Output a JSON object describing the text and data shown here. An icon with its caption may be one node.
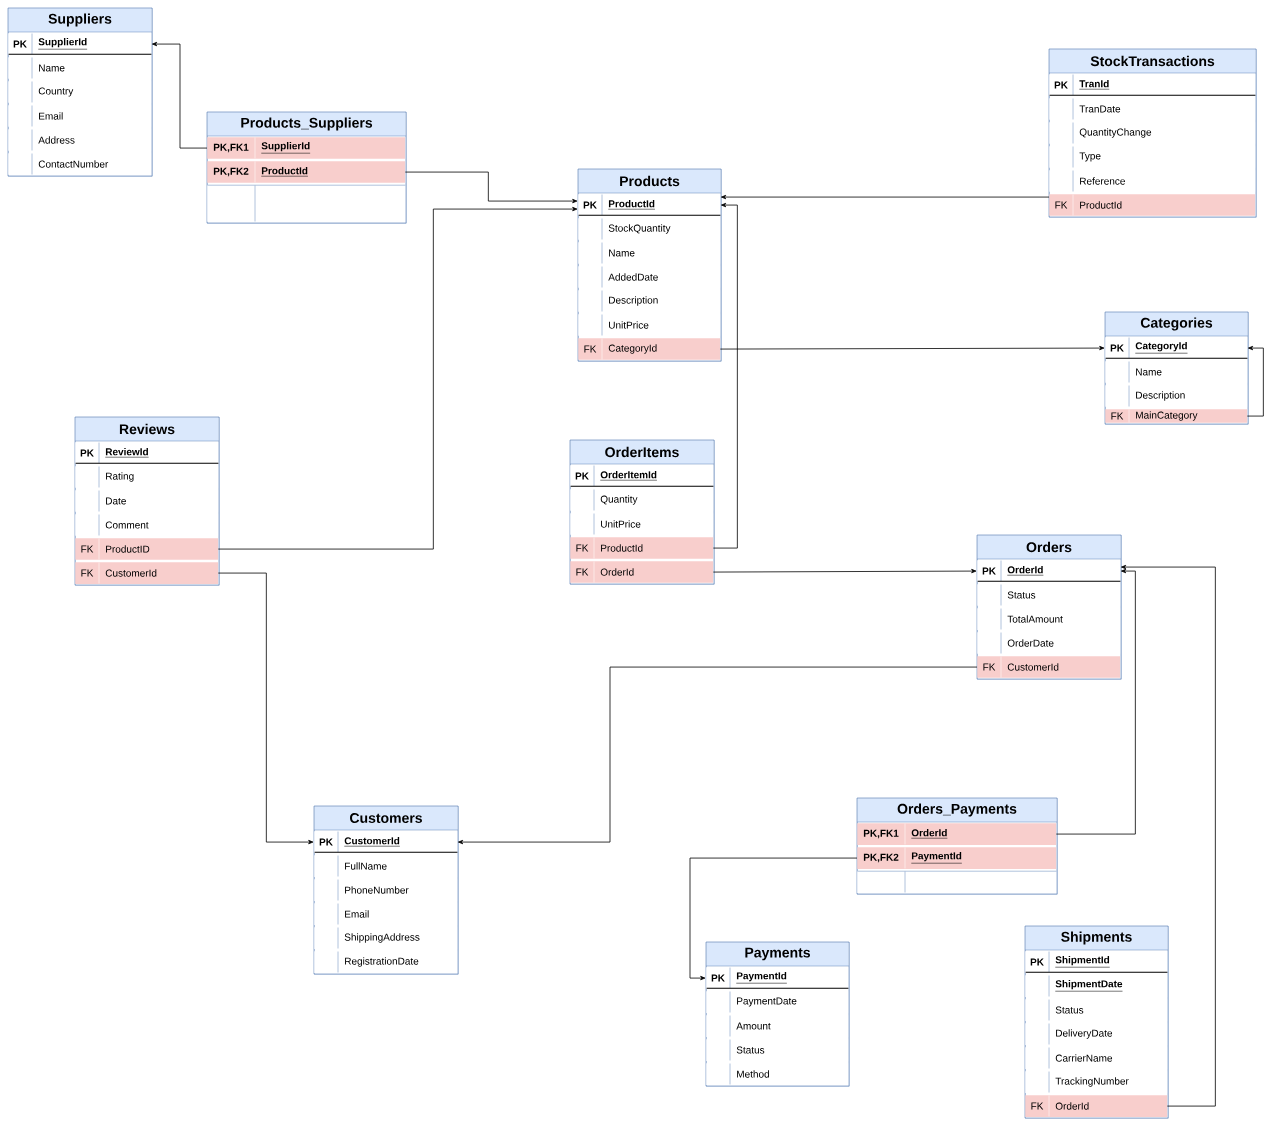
{
  "diagram": {
    "nodes": [
      {
        "text": [
          "Suppliers"
        ]
      },
      {
        "text": [
          "PK",
          "SupplierId"
        ],
        "in": 0
      },
      {
        "text": [
          "Name"
        ],
        "in": 0
      },
      {
        "text": [
          "Country"
        ],
        "in": 0
      },
      {
        "text": [
          "Email"
        ],
        "in": 0
      },
      {
        "text": [
          "Address"
        ],
        "in": 0
      },
      {
        "text": [
          "ContactNumber"
        ],
        "in": 0
      },
      {
        "text": [
          "Products_Suppliers"
        ]
      },
      {
        "text": [
          "PK,FK1",
          "SupplierId"
        ],
        "in": 7
      },
      {
        "text": [
          "PK,FK2",
          "ProductId"
        ],
        "in": 7
      },
      {
        "text": [],
        "shape": "box",
        "in": 7
      },
      {
        "text": [
          "Products"
        ]
      },
      {
        "text": [
          "PK",
          "ProductId"
        ],
        "in": 11
      },
      {
        "text": [
          "StockQuantity"
        ],
        "in": 11
      },
      {
        "text": [
          "Name"
        ],
        "in": 11
      },
      {
        "text": [
          "AddedDate"
        ],
        "in": 11
      },
      {
        "text": [
          "Description"
        ],
        "in": 11
      },
      {
        "text": [
          "UnitPrice"
        ],
        "in": 11
      },
      {
        "text": [
          "FK",
          "CategoryId"
        ],
        "in": 11
      },
      {
        "text": [
          "StockTransactions"
        ]
      },
      {
        "text": [
          "PK",
          "TranId"
        ],
        "in": 19
      },
      {
        "text": [
          "TranDate"
        ],
        "in": 19
      },
      {
        "text": [
          "QuantityChange"
        ],
        "in": 19
      },
      {
        "text": [
          "Type"
        ],
        "in": 19
      },
      {
        "text": [
          "Reference"
        ],
        "in": 19
      },
      {
        "text": [
          "FK",
          "ProductId"
        ],
        "in": 19
      },
      {
        "text": [
          "Categories"
        ]
      },
      {
        "text": [
          "PK",
          "CategoryId"
        ],
        "in": 26
      },
      {
        "text": [
          "Name"
        ],
        "in": 26
      },
      {
        "text": [
          "Description"
        ],
        "in": 26
      },
      {
        "text": [
          "FK",
          "MainCategory"
        ],
        "in": 26
      },
      {
        "text": [
          "Reviews"
        ]
      },
      {
        "text": [
          "PK",
          "ReviewId"
        ],
        "in": 31
      },
      {
        "text": [
          "Rating"
        ],
        "in": 31
      },
      {
        "text": [
          "Date"
        ],
        "in": 31
      },
      {
        "text": [
          "Comment"
        ],
        "in": 31
      },
      {
        "text": [
          "FK",
          "ProductID"
        ],
        "in": 31
      },
      {
        "text": [
          "FK",
          "CustomerId"
        ],
        "in": 31
      },
      {
        "text": [
          "OrderItems"
        ]
      },
      {
        "text": [
          "PK",
          "OrderItemId"
        ],
        "in": 38
      },
      {
        "text": [
          "Quantity"
        ],
        "in": 38
      },
      {
        "text": [
          "UnitPrice"
        ],
        "in": 38
      },
      {
        "text": [
          "FK",
          "ProductId"
        ],
        "in": 38
      },
      {
        "text": [
          "FK",
          "OrderId"
        ],
        "in": 38
      },
      {
        "text": [
          "Orders"
        ]
      },
      {
        "text": [
          "PK",
          "OrderId"
        ],
        "in": 44
      },
      {
        "text": [
          "Status"
        ],
        "in": 44
      },
      {
        "text": [
          "TotalAmount"
        ],
        "in": 44
      },
      {
        "text": [
          "OrderDate"
        ],
        "in": 44
      },
      {
        "text": [
          "FK",
          "CustomerId"
        ],
        "in": 44
      },
      {
        "text": [
          "Customers"
        ]
      },
      {
        "text": [
          "PK",
          "CustomerId"
        ],
        "in": 50
      },
      {
        "text": [
          "FullName"
        ],
        "in": 50
      },
      {
        "text": [
          "PhoneNumber"
        ],
        "in": 50
      },
      {
        "text": [
          "Email"
        ],
        "in": 50
      },
      {
        "text": [
          "ShippingAddress"
        ],
        "in": 50
      },
      {
        "text": [
          "RegistrationDate"
        ],
        "in": 50
      },
      {
        "text": [
          "Orders_Payments"
        ]
      },
      {
        "text": [
          "PK,FK1",
          "OrderId"
        ],
        "in": 57
      },
      {
        "text": [
          "PK,FK2",
          "PaymentId"
        ],
        "in": 57
      },
      {
        "text": [],
        "shape": "box",
        "in": 57
      },
      {
        "text": [
          "Payments"
        ]
      },
      {
        "text": [
          "PK",
          "PaymentId"
        ],
        "in": 61
      },
      {
        "text": [
          "PaymentDate"
        ],
        "in": 61
      },
      {
        "text": [
          "Amount"
        ],
        "in": 61
      },
      {
        "text": [
          "Status"
        ],
        "in": 61
      },
      {
        "text": [
          "Method"
        ],
        "in": 61
      },
      {
        "text": [
          "Shipments"
        ]
      },
      {
        "text": [
          "PK",
          "ShipmentId"
        ],
        "in": 67
      },
      {
        "text": [
          "ShipmentDate"
        ],
        "in": 67
      },
      {
        "text": [
          "Status"
        ],
        "in": 67
      },
      {
        "text": [
          "DeliveryDate"
        ],
        "in": 67
      },
      {
        "text": [
          "CarrierName"
        ],
        "in": 67
      },
      {
        "text": [
          "TrackingNumber"
        ],
        "in": 67
      },
      {
        "text": [
          "FK",
          "OrderId"
        ],
        "in": 67
      }
    ],
    "edges": [
      {
        "from": 8,
        "to": 1,
        "arrow": "to"
      },
      {
        "from": 9,
        "to": 12,
        "arrow": "to"
      },
      {
        "from": 25,
        "to": 12,
        "arrow": "to"
      },
      {
        "from": 18,
        "to": 27,
        "arrow": "to"
      },
      {
        "from": 30,
        "to": 27,
        "arrow": "to"
      },
      {
        "from": 36,
        "to": 12,
        "arrow": "to"
      },
      {
        "from": 37,
        "to": 51,
        "arrow": "to"
      },
      {
        "from": 42,
        "to": 12,
        "arrow": "to"
      },
      {
        "from": 43,
        "to": 45,
        "arrow": "to"
      },
      {
        "from": 49,
        "to": 51,
        "arrow": "to"
      },
      {
        "from": 58,
        "to": 45,
        "arrow": "to"
      },
      {
        "from": 59,
        "to": 62,
        "arrow": "to"
      },
      {
        "from": 74,
        "to": 45,
        "arrow": "to"
      }
    ]
  }
}
